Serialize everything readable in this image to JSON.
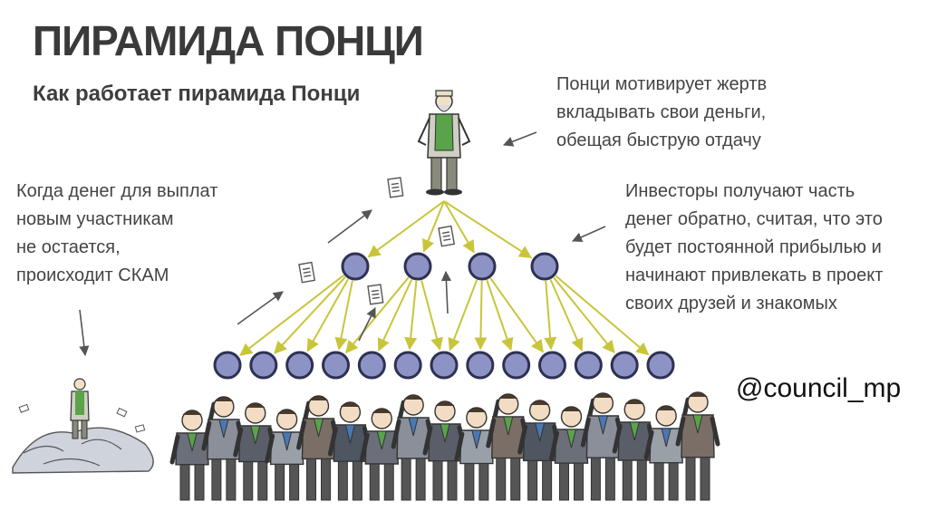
{
  "title": "ПИРАМИДА ПОНЦИ",
  "subtitle": "Как работает пирамида Понци",
  "notes": {
    "top": [
      "Понци мотивирует жертв",
      "вкладывать свои деньги,",
      "обещая быструю отдачу"
    ],
    "left": [
      "Когда денег для выплат",
      "новым участникам",
      "не остается,",
      "происходит СКАМ"
    ],
    "right": [
      "Инвесторы получают часть",
      "денег обратно, считая, что это",
      "будет постоянной прибылью и",
      "начинают привлекать в проект",
      "своих друзей и знакомых"
    ]
  },
  "handle": "@council_mp",
  "colors": {
    "node_fill": "#8d93c4",
    "node_stroke": "#2d3152",
    "arrow": "#c8c53a",
    "pencil_arrow": "#555555",
    "title_text": "#3a3a3a"
  },
  "structure": {
    "levels": [
      1,
      4,
      13
    ],
    "top_node_icon": "ponzi-figure-icon",
    "crowd_icon": "crowd-icon",
    "scam_icon": "collapsed-pile-icon",
    "money_icon": "banknote-icon"
  }
}
